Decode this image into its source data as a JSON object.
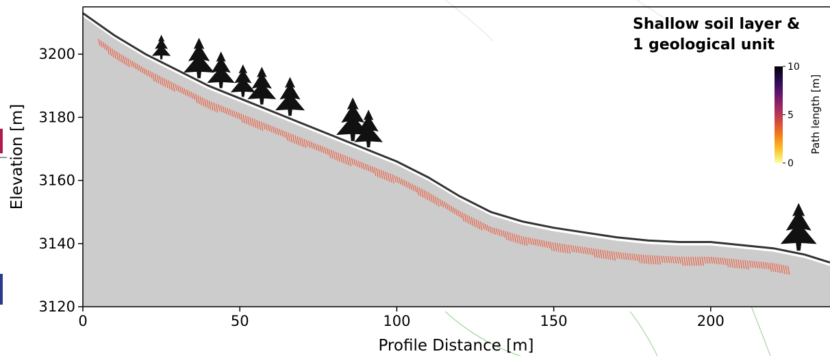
{
  "chart_data": {
    "type": "area",
    "title_lines": [
      "Shallow soil layer &",
      "1 geological unit"
    ],
    "xlabel": "Profile Distance [m]",
    "ylabel": "Elevation [m]",
    "xlim": [
      0,
      238
    ],
    "ylim": [
      3120,
      3215
    ],
    "xticks": [
      0,
      50,
      100,
      150,
      200
    ],
    "yticks": [
      3120,
      3140,
      3160,
      3180,
      3200
    ],
    "grid": false,
    "surface_profile": {
      "x": [
        0,
        10,
        20,
        30,
        40,
        50,
        60,
        70,
        80,
        90,
        100,
        110,
        120,
        130,
        140,
        150,
        160,
        170,
        180,
        190,
        200,
        210,
        220,
        230,
        238
      ],
      "y": [
        3213,
        3206,
        3200,
        3195,
        3190,
        3186,
        3182,
        3178,
        3174,
        3170,
        3166,
        3161,
        3155,
        3150,
        3147,
        3145,
        3143.5,
        3142,
        3141,
        3140.5,
        3140.5,
        3139.5,
        3138.5,
        3136.5,
        3134
      ]
    },
    "shallow_paths": {
      "x_start": 5,
      "x_end": 225,
      "path_length_m": 3,
      "color": "#e8684e"
    },
    "trees_x": [
      25,
      37,
      44,
      51,
      57,
      66,
      86,
      91,
      228
    ],
    "colorbar": {
      "label": "Path length [m]",
      "ticks": [
        0,
        5,
        10
      ],
      "range": [
        0,
        10
      ],
      "colors": [
        "#fcfea4",
        "#fac228",
        "#f57d15",
        "#d44842",
        "#9f2a63",
        "#65156e",
        "#280b53",
        "#000004"
      ]
    },
    "colors": {
      "terrain_fill": "#cccccc",
      "surface_line": "#333333",
      "tree": "#111111"
    }
  }
}
